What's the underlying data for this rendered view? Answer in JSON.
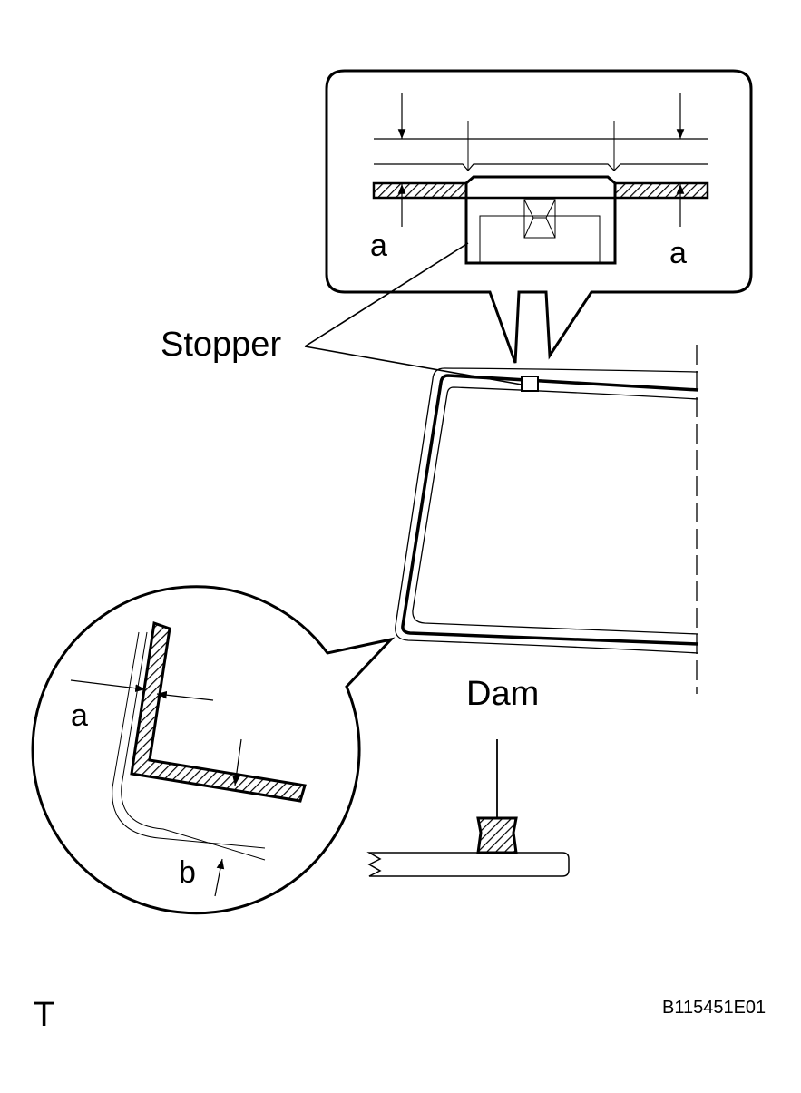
{
  "labels": {
    "stopper": "Stopper",
    "dam": "Dam",
    "dim_a_top_left": "a",
    "dim_a_top_right": "a",
    "dim_a_circle": "a",
    "dim_b_circle": "b",
    "corner_letter": "T",
    "figure_code": "B115451E01"
  }
}
